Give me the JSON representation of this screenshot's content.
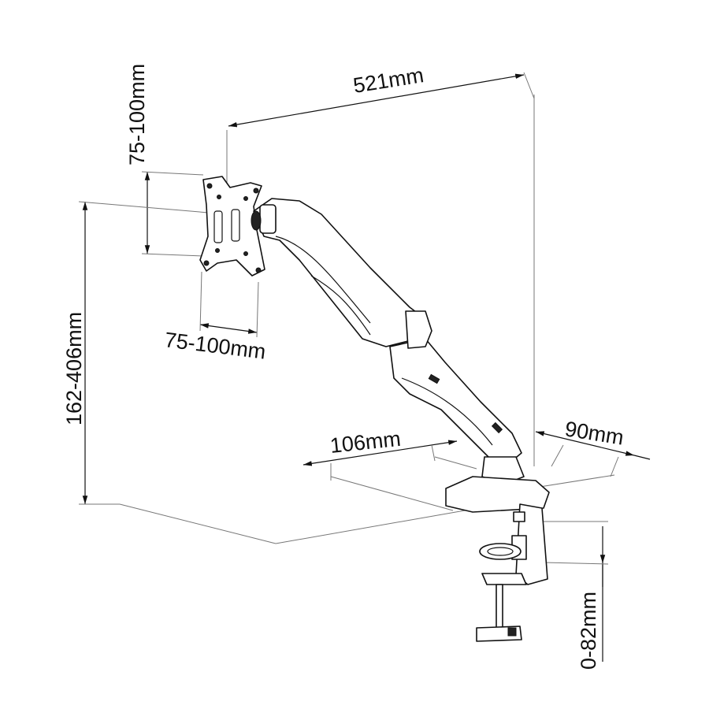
{
  "labels": {
    "reach": "521mm",
    "vesa_vertical": "75-100mm",
    "vesa_horizontal": "75-100mm",
    "height_range": "162-406mm",
    "base_depth": "106mm",
    "base_width": "90mm",
    "clamp_range": "0-82mm"
  }
}
